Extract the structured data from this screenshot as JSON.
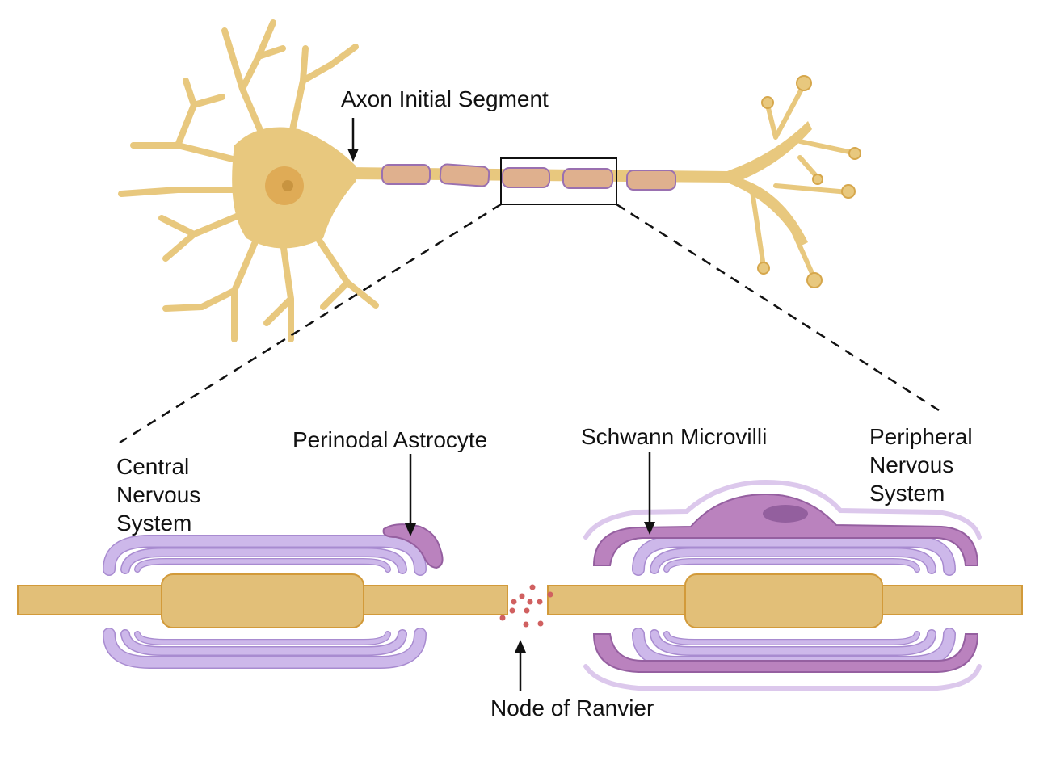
{
  "labels": {
    "axon_initial_segment": "Axon Initial Segment",
    "perinodal_astrocyte": "Perinodal Astrocyte",
    "schwann_microvilli": "Schwann Microvilli",
    "cns": [
      "Central",
      "Nervous",
      "System"
    ],
    "pns": [
      "Peripheral",
      "Nervous",
      "System"
    ],
    "node_of_ranvier": "Node of Ranvier"
  },
  "colors": {
    "neuron_fill": "#e8c87e",
    "neuron_stroke": "#d6a74c",
    "axon_fill": "#e2bf78",
    "myelin_fill": "#cdb8ea",
    "myelin_stroke": "#a88bd0",
    "schwann_fill": "#ba82be",
    "schwann_stroke": "#955fa0",
    "sheath_segment_fill": "#dfb08e",
    "ion_dots": "#d06060"
  }
}
